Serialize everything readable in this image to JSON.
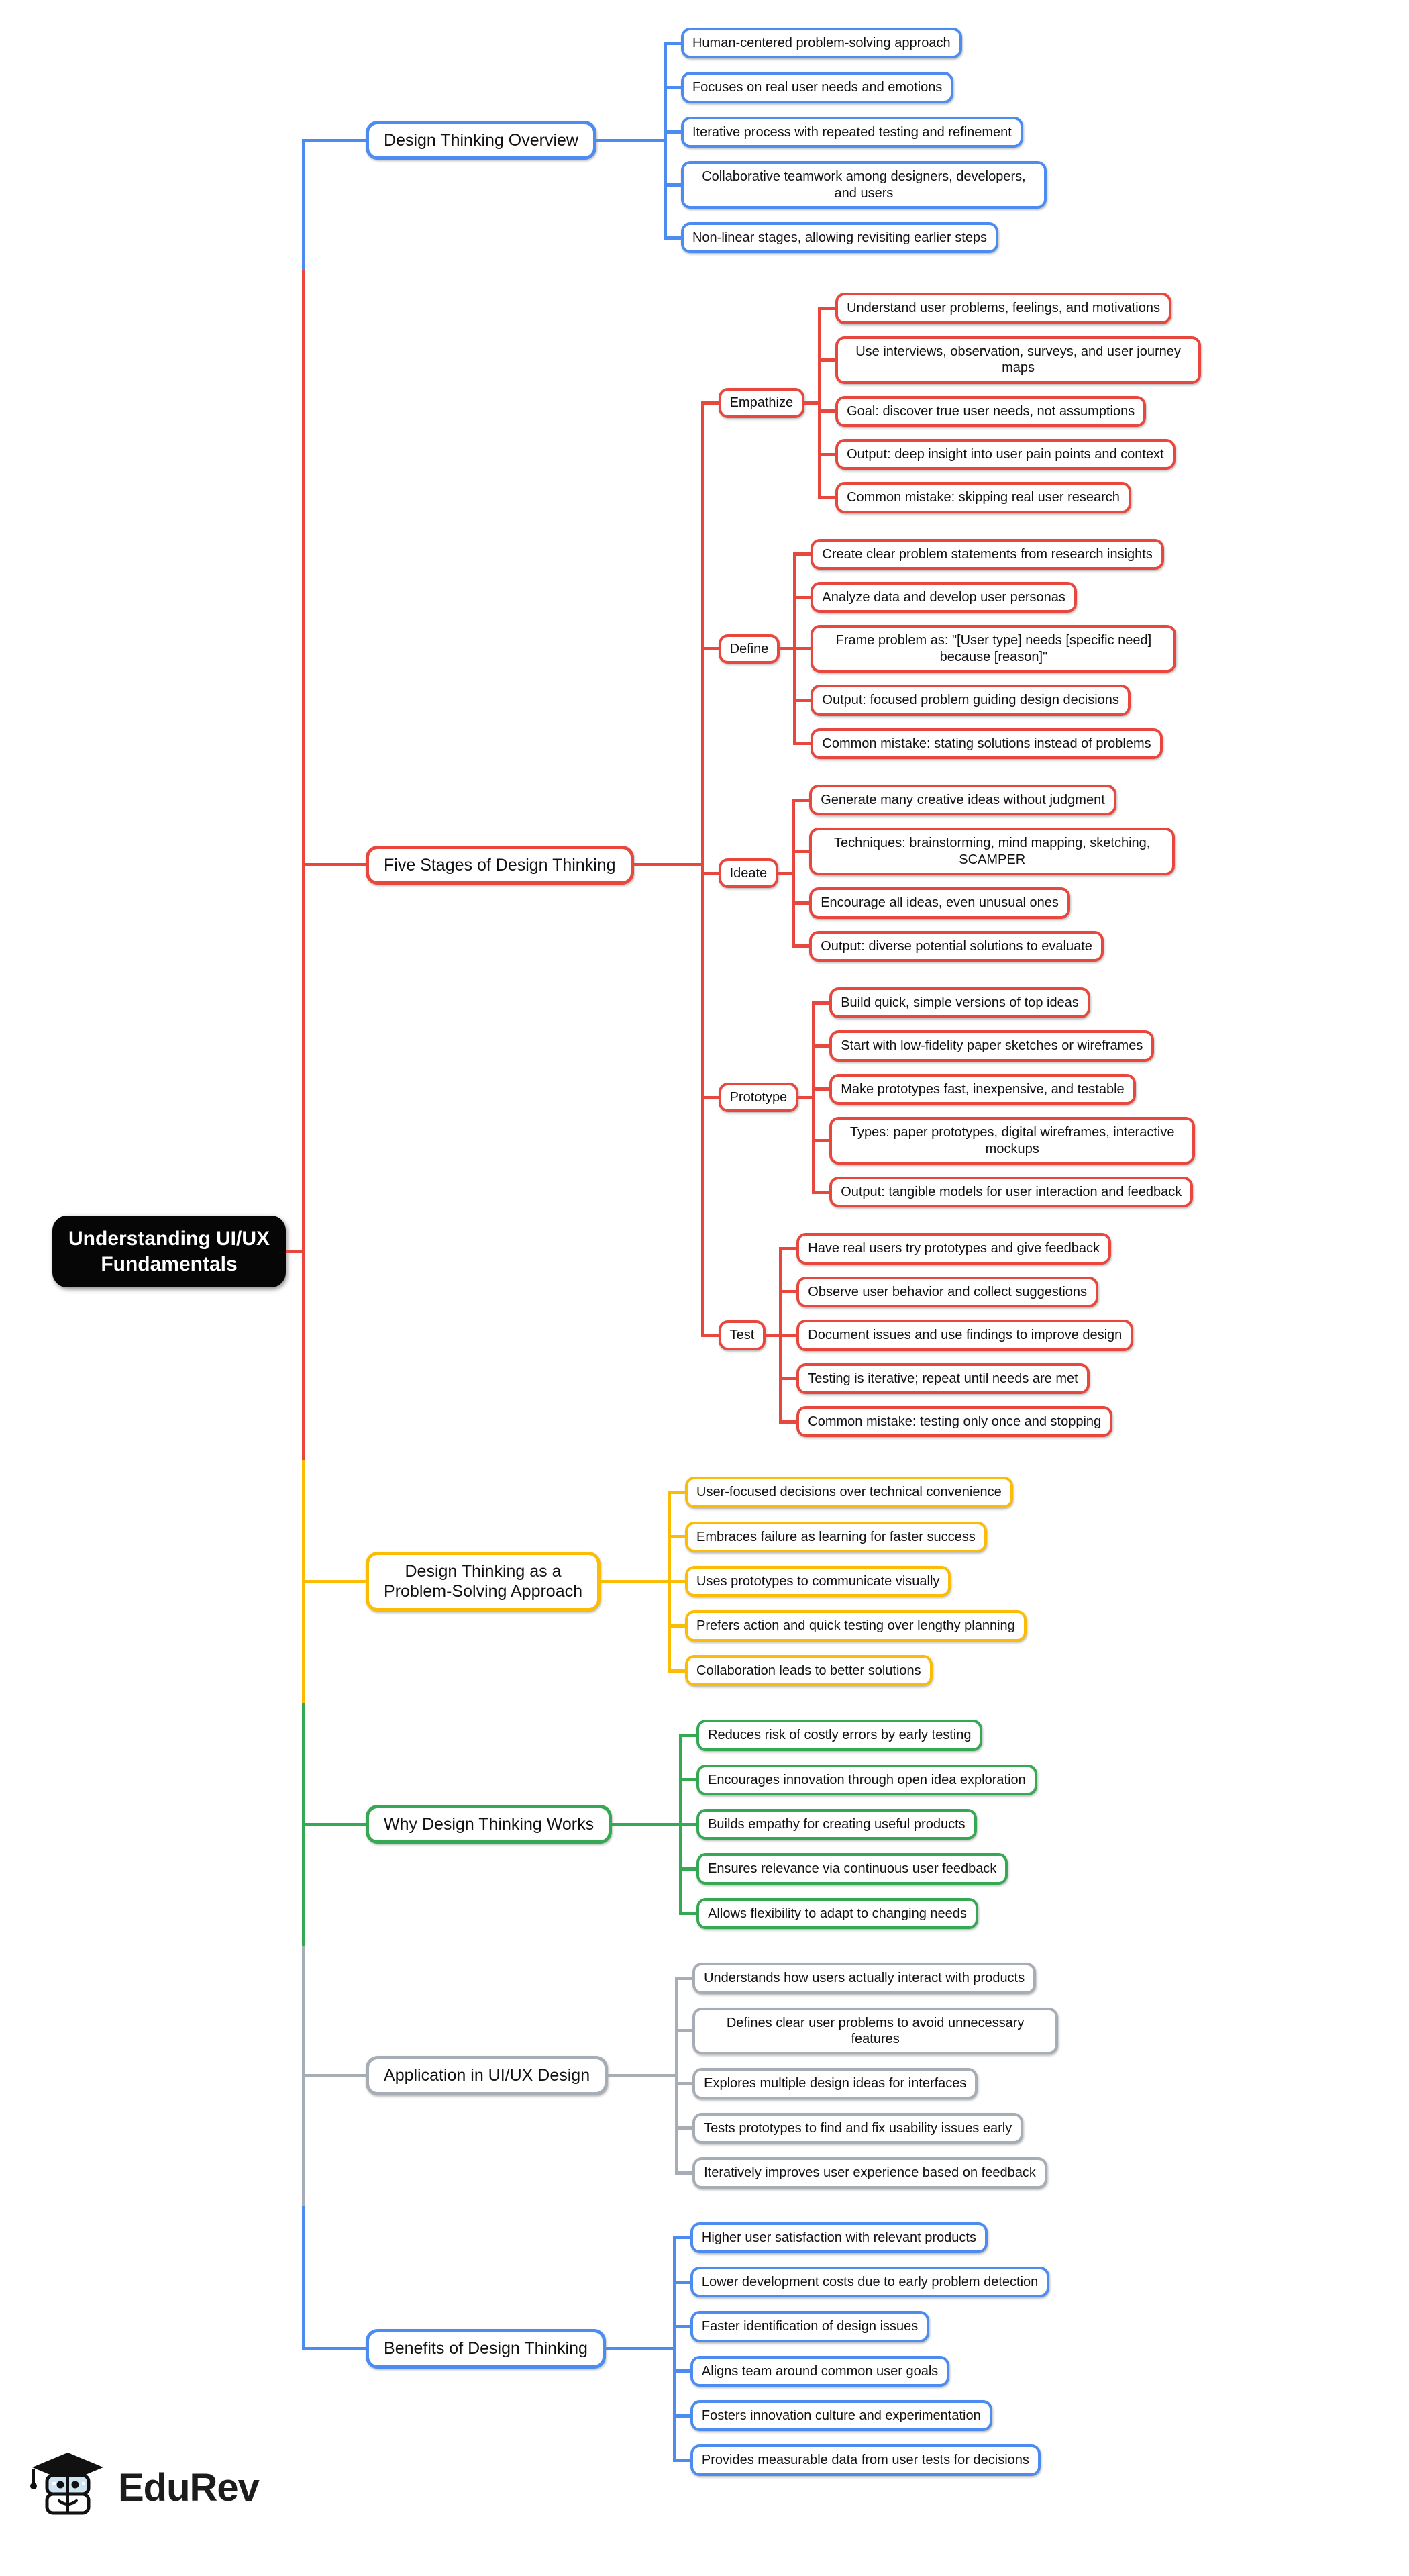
{
  "logo": {
    "text": "EduRev"
  },
  "colors": {
    "blue": "#4C8BF0",
    "red": "#E8473D",
    "yellow": "#FBBC05",
    "green": "#34A853",
    "gray": "#A6ADB4",
    "root_bg": "#060606",
    "root_text": "#FFFFFF"
  },
  "root": {
    "label": "Understanding UI/UX\nFundamentals",
    "children": [
      {
        "label": "Design Thinking Overview",
        "color": "#4C8BF0",
        "children": [
          "Human-centered problem-solving approach",
          "Focuses on real user needs and emotions",
          "Iterative process with repeated testing and refinement",
          "Collaborative teamwork among designers, developers, and users",
          "Non-linear stages, allowing revisiting earlier steps"
        ]
      },
      {
        "label": "Five Stages of Design Thinking",
        "color": "#E8473D",
        "children": [
          {
            "label": "Empathize",
            "children": [
              "Understand user problems, feelings, and motivations",
              "Use interviews, observation, surveys, and user journey maps",
              "Goal: discover true user needs, not assumptions",
              "Output: deep insight into user pain points and context",
              "Common mistake: skipping real user research"
            ]
          },
          {
            "label": "Define",
            "children": [
              "Create clear problem statements from research insights",
              "Analyze data and develop user personas",
              "Frame problem as: \"[User type] needs [specific need] because [reason]\"",
              "Output: focused problem guiding design decisions",
              "Common mistake: stating solutions instead of problems"
            ]
          },
          {
            "label": "Ideate",
            "children": [
              "Generate many creative ideas without judgment",
              "Techniques: brainstorming, mind mapping, sketching, SCAMPER",
              "Encourage all ideas, even unusual ones",
              "Output: diverse potential solutions to evaluate"
            ]
          },
          {
            "label": "Prototype",
            "children": [
              "Build quick, simple versions of top ideas",
              "Start with low-fidelity paper sketches or wireframes",
              "Make prototypes fast, inexpensive, and testable",
              "Types: paper prototypes, digital wireframes, interactive mockups",
              "Output: tangible models for user interaction and feedback"
            ]
          },
          {
            "label": "Test",
            "children": [
              "Have real users try prototypes and give feedback",
              "Observe user behavior and collect suggestions",
              "Document issues and use findings to improve design",
              "Testing is iterative; repeat until needs are met",
              "Common mistake: testing only once and stopping"
            ]
          }
        ]
      },
      {
        "label": "Design Thinking as a\nProblem-Solving Approach",
        "color": "#FBBC05",
        "children": [
          "User-focused decisions over technical convenience",
          "Embraces failure as learning for faster success",
          "Uses prototypes to communicate visually",
          "Prefers action and quick testing over lengthy planning",
          "Collaboration leads to better solutions"
        ]
      },
      {
        "label": "Why Design Thinking Works",
        "color": "#34A853",
        "children": [
          "Reduces risk of costly errors by early testing",
          "Encourages innovation through open idea exploration",
          "Builds empathy for creating useful products",
          "Ensures relevance via continuous user feedback",
          "Allows flexibility to adapt to changing needs"
        ]
      },
      {
        "label": "Application in UI/UX Design",
        "color": "#A6ADB4",
        "children": [
          "Understands how users actually interact with products",
          "Defines clear user problems to avoid unnecessary features",
          "Explores multiple design ideas for interfaces",
          "Tests prototypes to find and fix usability issues early",
          "Iteratively improves user experience based on feedback"
        ]
      },
      {
        "label": "Benefits of Design Thinking",
        "color": "#4C8BF0",
        "children": [
          "Higher user satisfaction with relevant products",
          "Lower development costs due to early problem detection",
          "Faster identification of design issues",
          "Aligns team around common user goals",
          "Fosters innovation culture and experimentation",
          "Provides measurable data from user tests for decisions"
        ]
      }
    ]
  }
}
